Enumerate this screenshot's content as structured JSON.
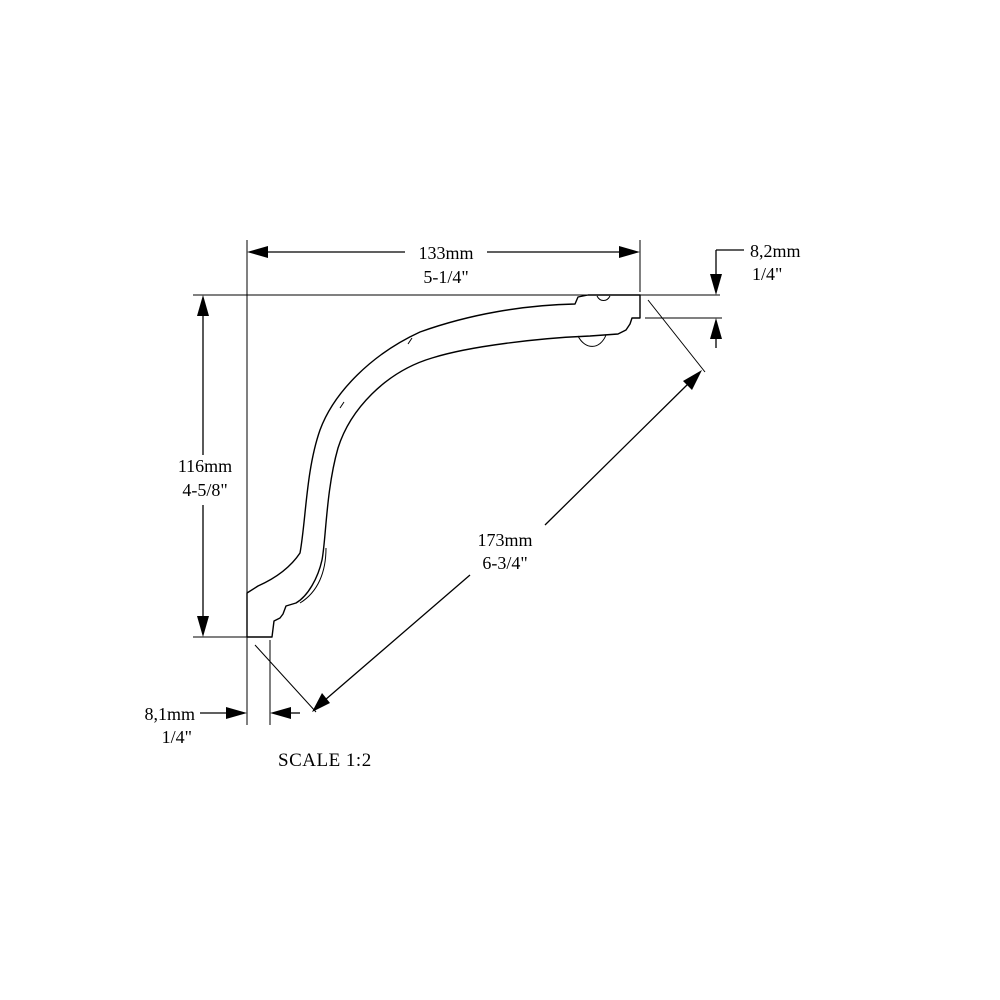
{
  "dimensions": {
    "width": {
      "metric": "133mm",
      "imperial": "5-1/4\""
    },
    "height": {
      "metric": "116mm",
      "imperial": "4-5/8\""
    },
    "diagonal": {
      "metric": "173mm",
      "imperial": "6-3/4\""
    },
    "top_thickness": {
      "metric": "8,2mm",
      "imperial": "1/4\""
    },
    "bottom_thickness": {
      "metric": "8,1mm",
      "imperial": "1/4\""
    }
  },
  "scale_label": "SCALE  1:2"
}
